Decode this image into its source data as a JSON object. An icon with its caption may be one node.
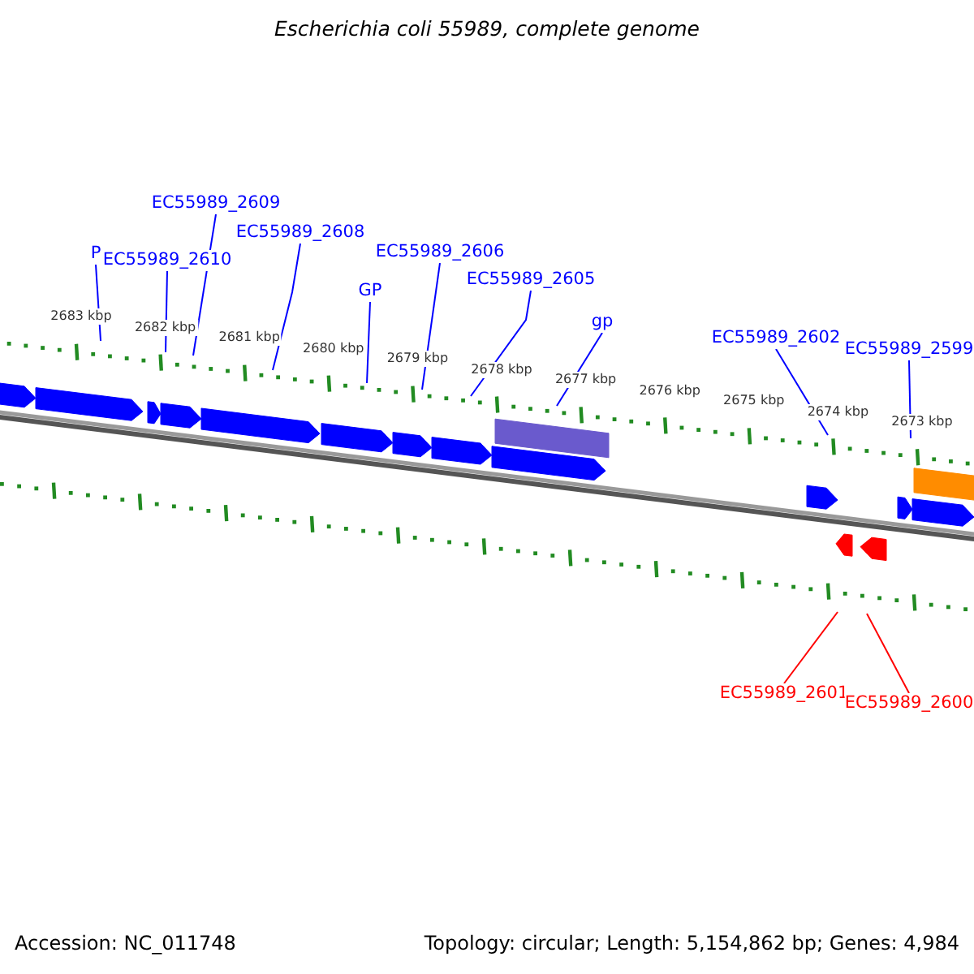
{
  "diagram": {
    "title": "Escherichia coli 55989, complete genome",
    "nodes": [
      {
        "text": [
          "P"
        ]
      },
      {
        "text": [
          "EC55989_2610"
        ]
      },
      {
        "text": [
          "EC55989_2609"
        ]
      },
      {
        "text": [
          "EC55989_2608"
        ]
      },
      {
        "text": [
          "GP"
        ]
      },
      {
        "text": [
          "EC55989_2606"
        ]
      },
      {
        "text": [
          "EC55989_2605"
        ]
      },
      {
        "text": [
          "gp"
        ]
      },
      {
        "text": [
          "EC55989_2602"
        ]
      },
      {
        "text": [
          "EC55989_2599"
        ]
      },
      {
        "text": [
          "EC55989_2601"
        ]
      },
      {
        "text": [
          "EC55989_2600"
        ]
      },
      {
        "text": [],
        "shape": "bar"
      },
      {
        "text": [],
        "shape": "bar"
      }
    ],
    "edges": [
      {
        "from": 0,
        "to": 12,
        "arrow": "none"
      },
      {
        "from": 1,
        "to": 12,
        "arrow": "none"
      },
      {
        "from": 2,
        "to": 12,
        "arrow": "none"
      },
      {
        "from": 3,
        "to": 12,
        "arrow": "none"
      },
      {
        "from": 4,
        "to": 12,
        "arrow": "none"
      },
      {
        "from": 5,
        "to": 12,
        "arrow": "none"
      },
      {
        "from": 6,
        "to": 12,
        "arrow": "none"
      },
      {
        "from": 7,
        "to": 12,
        "arrow": "none"
      },
      {
        "from": 8,
        "to": 12,
        "arrow": "none"
      },
      {
        "from": 9,
        "to": 12,
        "arrow": "none"
      },
      {
        "from": 10,
        "to": 13,
        "arrow": "none",
        "color": "#ff0000"
      },
      {
        "from": 11,
        "to": 13,
        "arrow": "none",
        "color": "#ff0000"
      }
    ],
    "labels": [
      "2683 kbp",
      "2682 kbp",
      "2681 kbp",
      "2680 kbp",
      "2679 kbp",
      "2678 kbp",
      "2677 kbp",
      "2676 kbp",
      "2675 kbp",
      "2674 kbp",
      "2673 kbp",
      "Accession: NC_011748",
      "Topology: circular; Length: 5,154,862 bp; Genes: 4,984"
    ]
  }
}
